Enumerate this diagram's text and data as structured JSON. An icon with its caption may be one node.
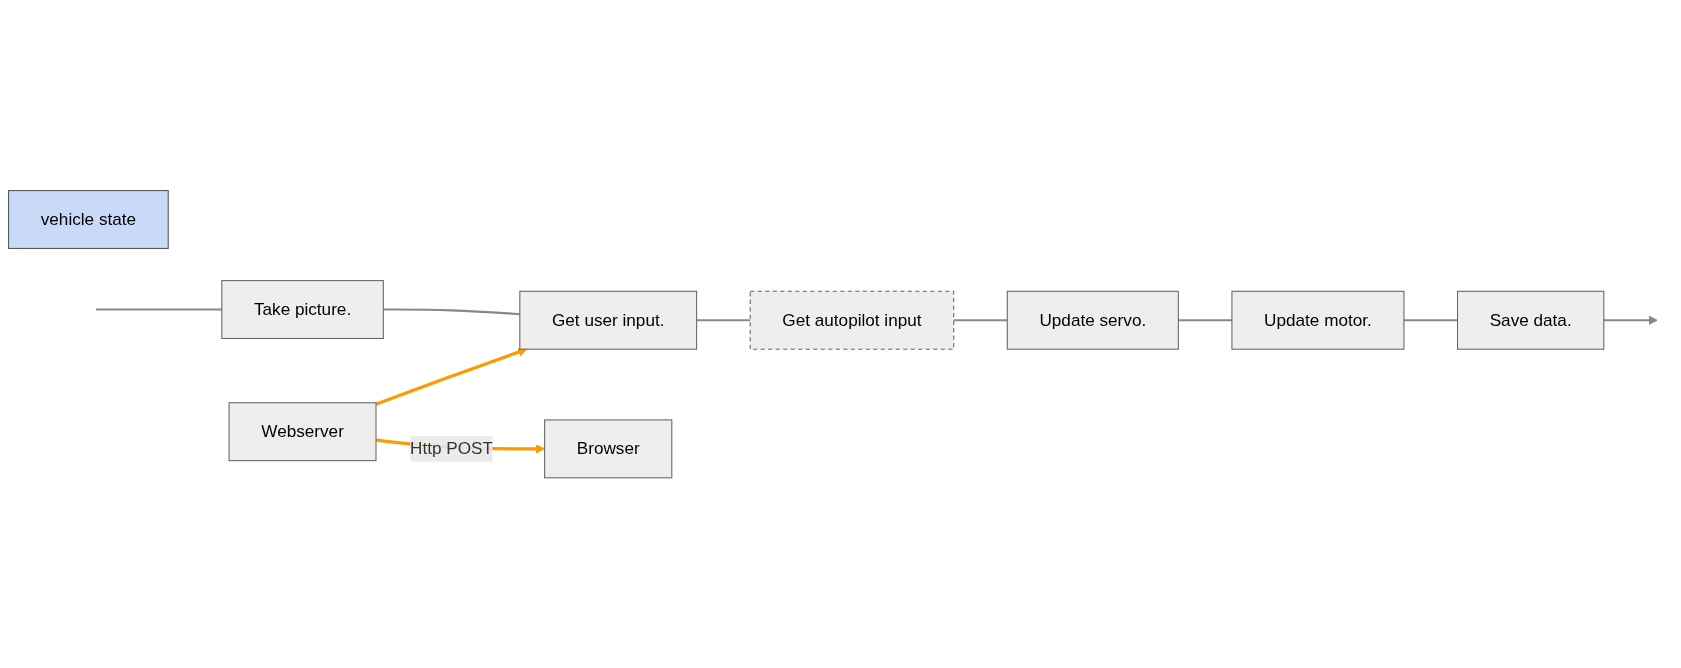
{
  "diagram": {
    "nodes": [
      {
        "text": [
          "vehicle state"
        ]
      },
      {
        "text": [
          "Take picture."
        ]
      },
      {
        "text": [
          "Get user input."
        ]
      },
      {
        "text": [
          "Get autopilot input"
        ]
      },
      {
        "text": [
          "Update servo."
        ]
      },
      {
        "text": [
          "Update motor."
        ]
      },
      {
        "text": [
          "Save data."
        ]
      },
      {
        "text": [
          "Webserver"
        ]
      },
      {
        "text": [
          "Browser"
        ]
      }
    ],
    "edges": [
      {
        "from": null,
        "to": 1,
        "arrow": "none"
      },
      {
        "from": 1,
        "to": 2,
        "arrow": "none"
      },
      {
        "from": 2,
        "to": 3,
        "arrow": "none"
      },
      {
        "from": 3,
        "to": 4,
        "arrow": "none"
      },
      {
        "from": 4,
        "to": 5,
        "arrow": "none"
      },
      {
        "from": 5,
        "to": 6,
        "arrow": "none"
      },
      {
        "from": 6,
        "to": null,
        "arrow": "to"
      },
      {
        "from": 7,
        "to": 2,
        "arrow": "to",
        "color": "#ff9900"
      },
      {
        "from": 7,
        "to": 8,
        "arrow": "to",
        "label": "Http POST",
        "color": "#ff9900"
      }
    ]
  }
}
